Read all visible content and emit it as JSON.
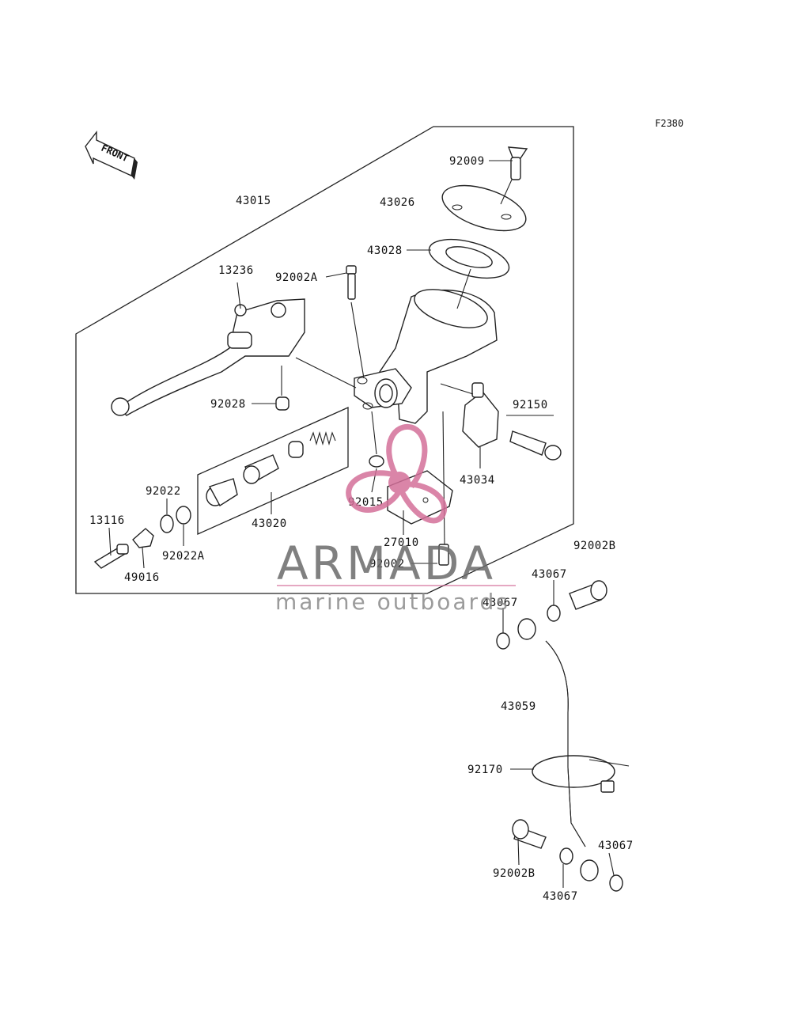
{
  "figure_code": "F2380",
  "front_marker": "FRONT",
  "watermark": {
    "brand": "ARMADA",
    "tagline": "marine outboards",
    "logo_color": "#d4709a"
  },
  "part_labels": {
    "p92009": "92009",
    "p43026": "43026",
    "p43015": "43015",
    "p43028": "43028",
    "p13236": "13236",
    "p92002A": "92002A",
    "p92028": "92028",
    "p92150": "92150",
    "p43034": "43034",
    "p92022": "92022",
    "p13116": "13116",
    "p92022A": "92022A",
    "p43020": "43020",
    "p92015": "92015",
    "p49016": "49016",
    "p27010": "27010",
    "p92002": "92002",
    "p92002B_top": "92002B",
    "p43067_a": "43067",
    "p43067_b": "43067",
    "p43059": "43059",
    "p92170": "92170",
    "p92002B_bottom": "92002B",
    "p43067_c": "43067",
    "p43067_d": "43067"
  }
}
